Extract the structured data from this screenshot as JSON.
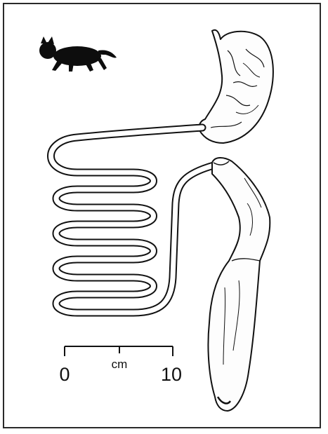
{
  "figure": {
    "subject_icon": "cat-silhouette-icon",
    "organs": [
      "stomach",
      "small-intestine",
      "large-intestine"
    ],
    "scale_bar": {
      "unit": "cm",
      "min_label": "0",
      "max_label": "10"
    }
  },
  "colors": {
    "line": "#111111",
    "silhouette": "#0d0d0d",
    "frame": "#2a2a2a",
    "background": "#ffffff"
  }
}
